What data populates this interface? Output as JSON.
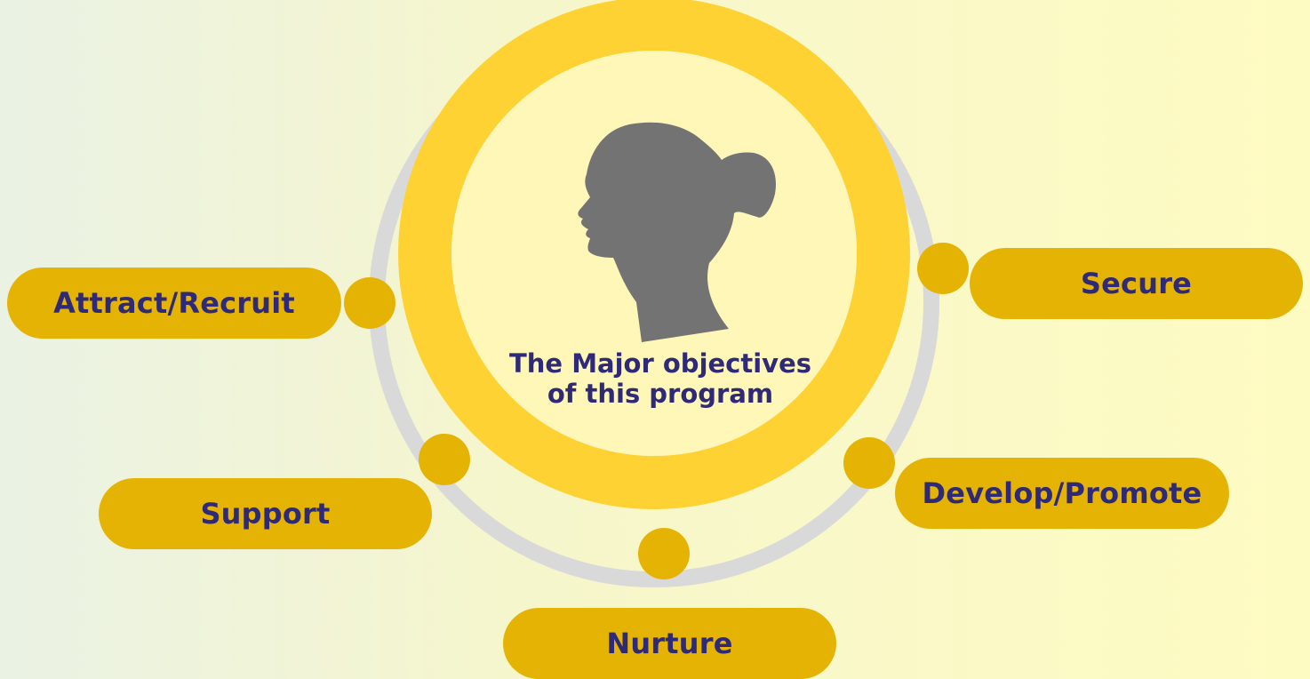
{
  "center": {
    "line1": "The Major objectives",
    "line2": "of this program",
    "icon": "woman-head-silhouette-icon"
  },
  "objectives": [
    {
      "label": "Attract/Recruit"
    },
    {
      "label": "Secure"
    },
    {
      "label": "Support"
    },
    {
      "label": "Develop/Promote"
    },
    {
      "label": "Nurture"
    }
  ],
  "colors": {
    "ring": "#fed233",
    "pill": "#e5b304",
    "text": "#2f2a78",
    "silhouette": "#737373",
    "orbit": "#d9d9d9"
  }
}
